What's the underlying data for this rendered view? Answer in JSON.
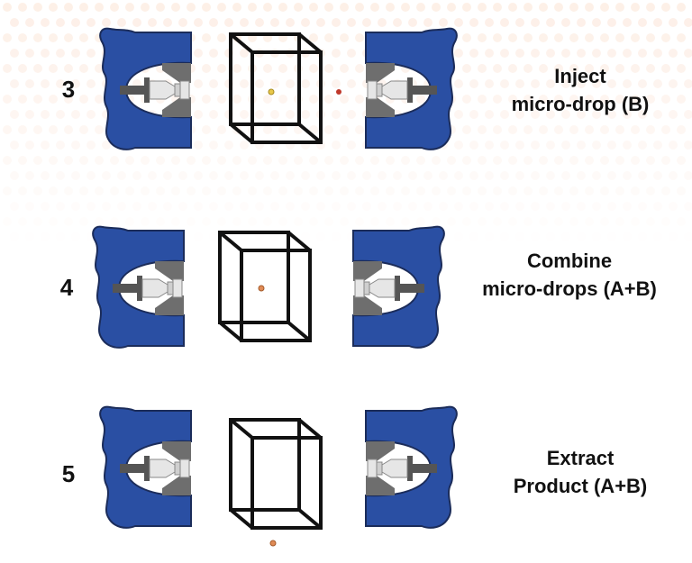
{
  "colors": {
    "clamp_blue": "#2a4fa3",
    "clamp_outline": "#1b2c5a",
    "gray_block": "#6e6e6e",
    "syringe": "#e6e6e6",
    "drop_yellow": "#e8c84a",
    "drop_red": "#c0392b",
    "drop_orange": "#e08b56",
    "background_dots": "#fbe3d4"
  },
  "icons": [
    "blue-clamp-icon",
    "syringe-icon",
    "cube-icon",
    "droplet-icon"
  ],
  "steps": [
    {
      "number": "3",
      "caption_line1": "Inject",
      "caption_line2": "micro-drop (B)"
    },
    {
      "number": "4",
      "caption_line1": "Combine",
      "caption_line2": "micro-drops (A+B)"
    },
    {
      "number": "5",
      "caption_line1": "Extract",
      "caption_line2": "Product (A+B)"
    }
  ]
}
